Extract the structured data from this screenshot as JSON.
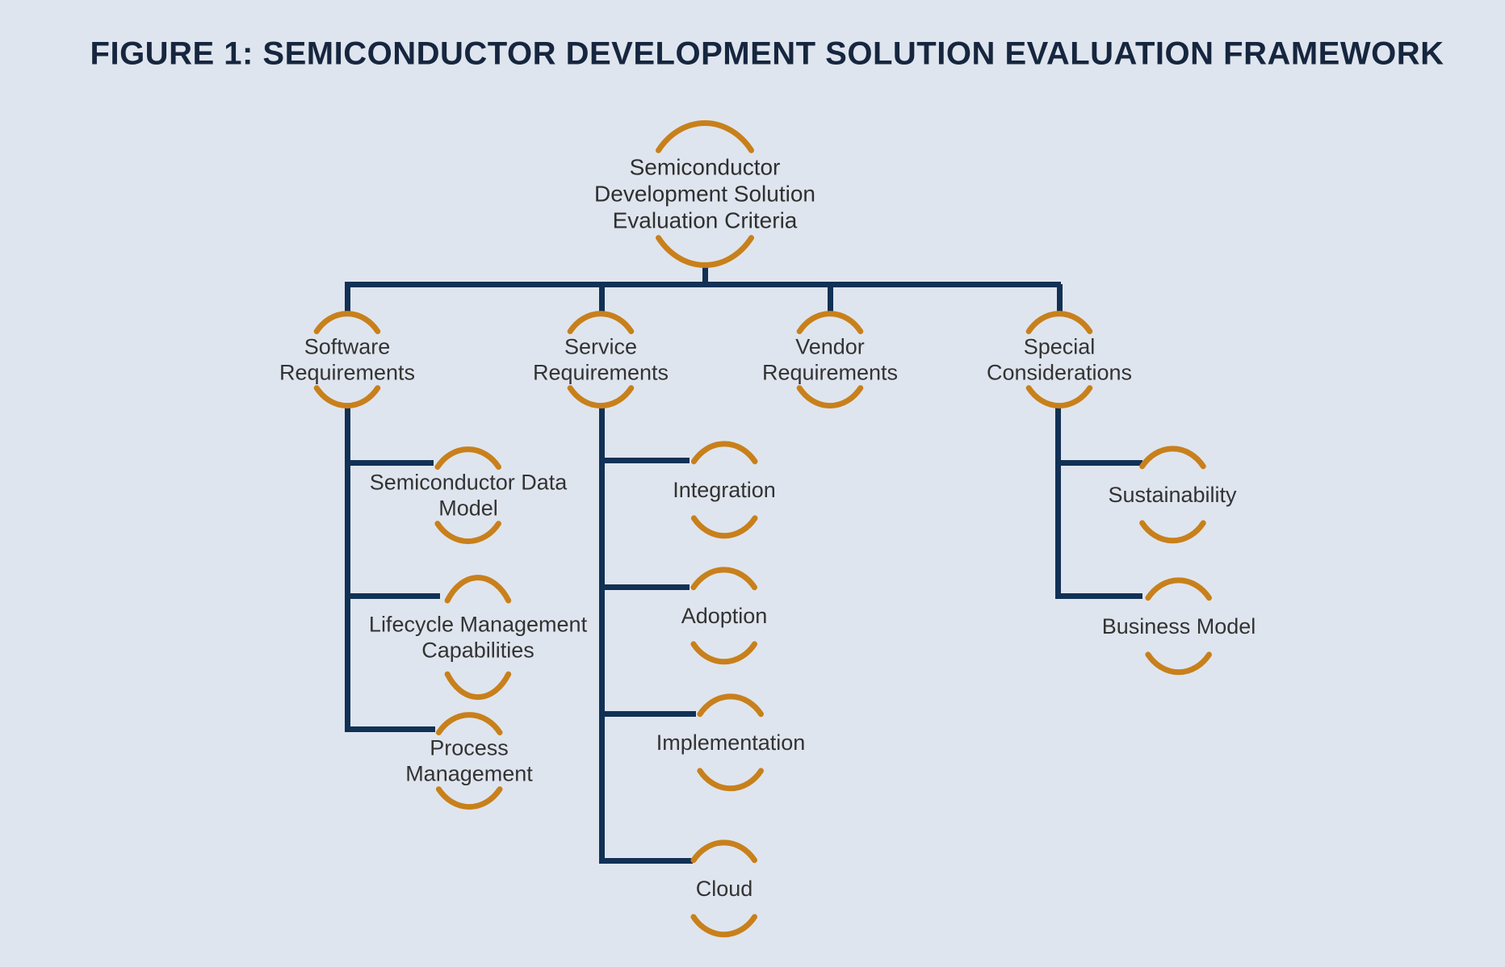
{
  "title": "FIGURE 1: SEMICONDUCTOR DEVELOPMENT SOLUTION EVALUATION FRAMEWORK",
  "colors": {
    "background": "#DFE5EE",
    "connector_line": "#113155",
    "node_arc_orange": "#C8801B",
    "title_text": "#16263F",
    "node_text": "#333333"
  },
  "nodes": {
    "root": {
      "label": "Semiconductor\nDevelopment Solution\nEvaluation Criteria"
    },
    "software": {
      "label": "Software\nRequirements"
    },
    "service": {
      "label": "Service\nRequirements"
    },
    "vendor": {
      "label": "Vendor\nRequirements"
    },
    "special": {
      "label": "Special\nConsiderations"
    },
    "sdm": {
      "label": "Semiconductor Data\nModel"
    },
    "lifecycle": {
      "label": "Lifecycle Management\nCapabilities"
    },
    "process": {
      "label": "Process\nManagement"
    },
    "integration": {
      "label": "Integration"
    },
    "adoption": {
      "label": "Adoption"
    },
    "implementation": {
      "label": "Implementation"
    },
    "cloud": {
      "label": "Cloud"
    },
    "sustainability": {
      "label": "Sustainability"
    },
    "business_model": {
      "label": "Business Model"
    }
  },
  "hierarchy": {
    "root": "Semiconductor Development Solution Evaluation Criteria",
    "children": [
      {
        "label": "Software Requirements",
        "children": [
          "Semiconductor Data Model",
          "Lifecycle Management Capabilities",
          "Process Management"
        ]
      },
      {
        "label": "Service Requirements",
        "children": [
          "Integration",
          "Adoption",
          "Implementation",
          "Cloud"
        ]
      },
      {
        "label": "Vendor Requirements",
        "children": []
      },
      {
        "label": "Special Considerations",
        "children": [
          "Sustainability",
          "Business Model"
        ]
      }
    ]
  }
}
